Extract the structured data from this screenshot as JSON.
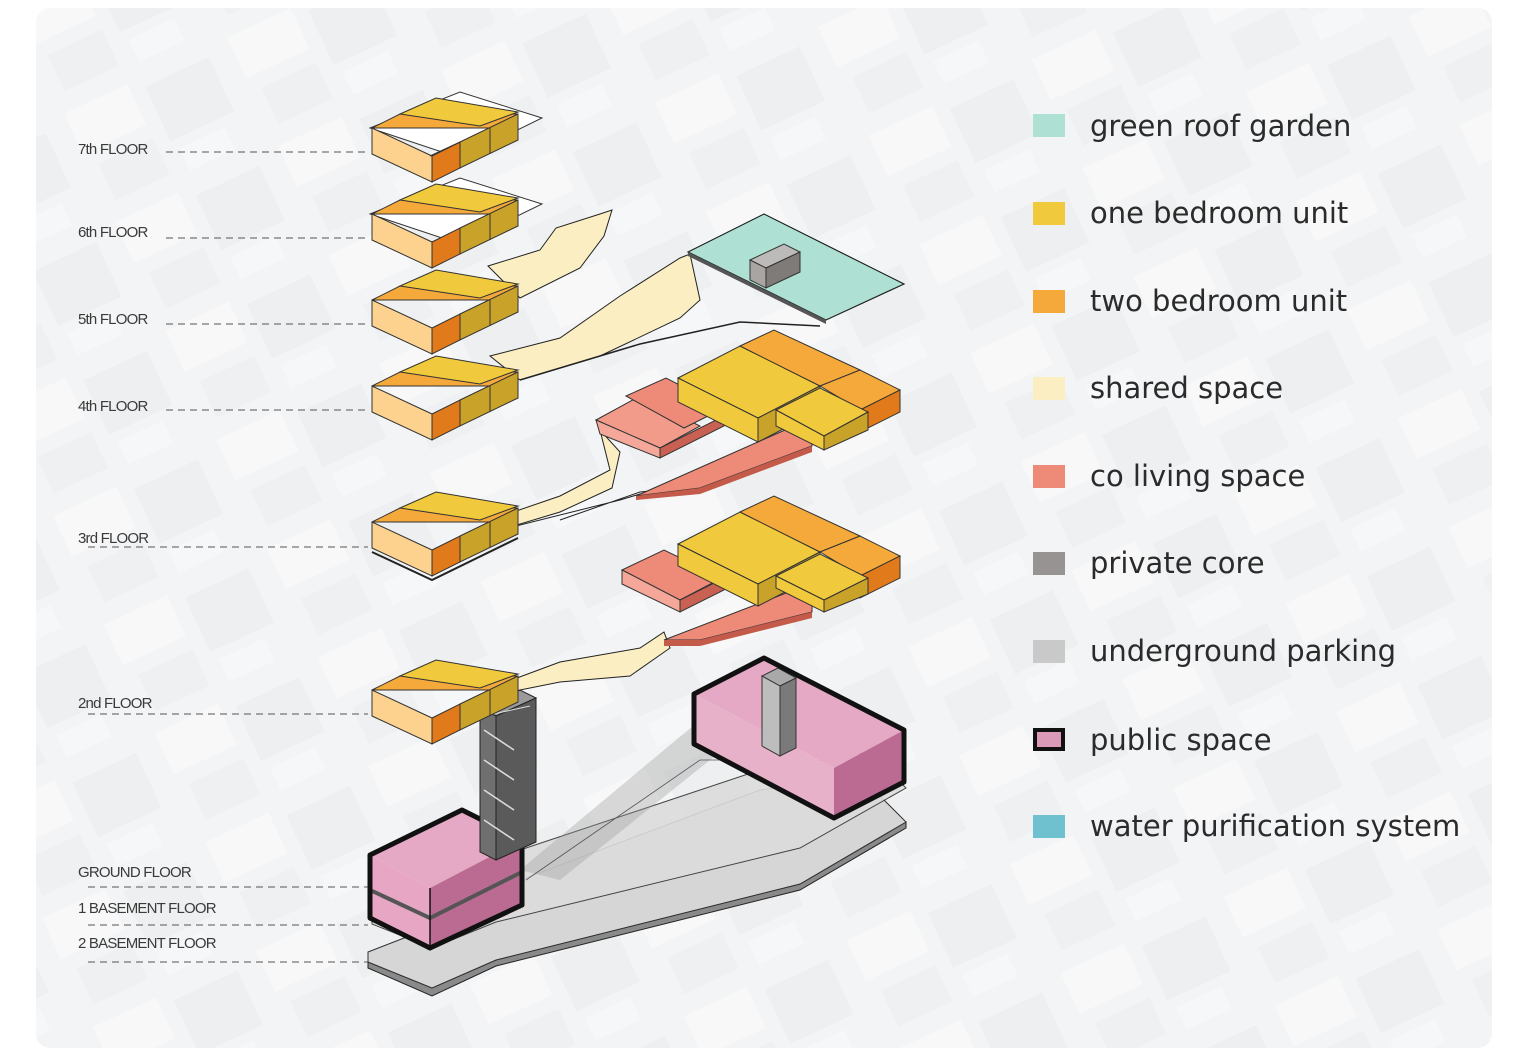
{
  "floors": [
    "7th FLOOR",
    "6th FLOOR",
    "5th FLOOR",
    "4th FLOOR",
    "3rd FLOOR",
    "2nd FLOOR",
    "GROUND FLOOR",
    "1 BASEMENT FLOOR",
    "2 BASEMENT FLOOR"
  ],
  "legend": [
    {
      "label": "green roof garden",
      "color": "#aee0d3",
      "outlined": false
    },
    {
      "label": "one bedroom unit",
      "color": "#f0c93c",
      "outlined": false
    },
    {
      "label": "two bedroom unit",
      "color": "#f5a93a",
      "outlined": false
    },
    {
      "label": "shared space",
      "color": "#fbeec2",
      "outlined": false
    },
    {
      "label": "co living space",
      "color": "#ee8a78",
      "outlined": false
    },
    {
      "label": "private core",
      "color": "#969392",
      "outlined": false
    },
    {
      "label": "underground parking",
      "color": "#c9c9c9",
      "outlined": false
    },
    {
      "label": "public space",
      "color": "#dc9ab9",
      "outlined": true
    },
    {
      "label": "water purification system",
      "color": "#6fc1cf",
      "outlined": false
    }
  ],
  "colors": {
    "background_panel": "#eef0f1",
    "stroke": "#1f1f1f"
  }
}
